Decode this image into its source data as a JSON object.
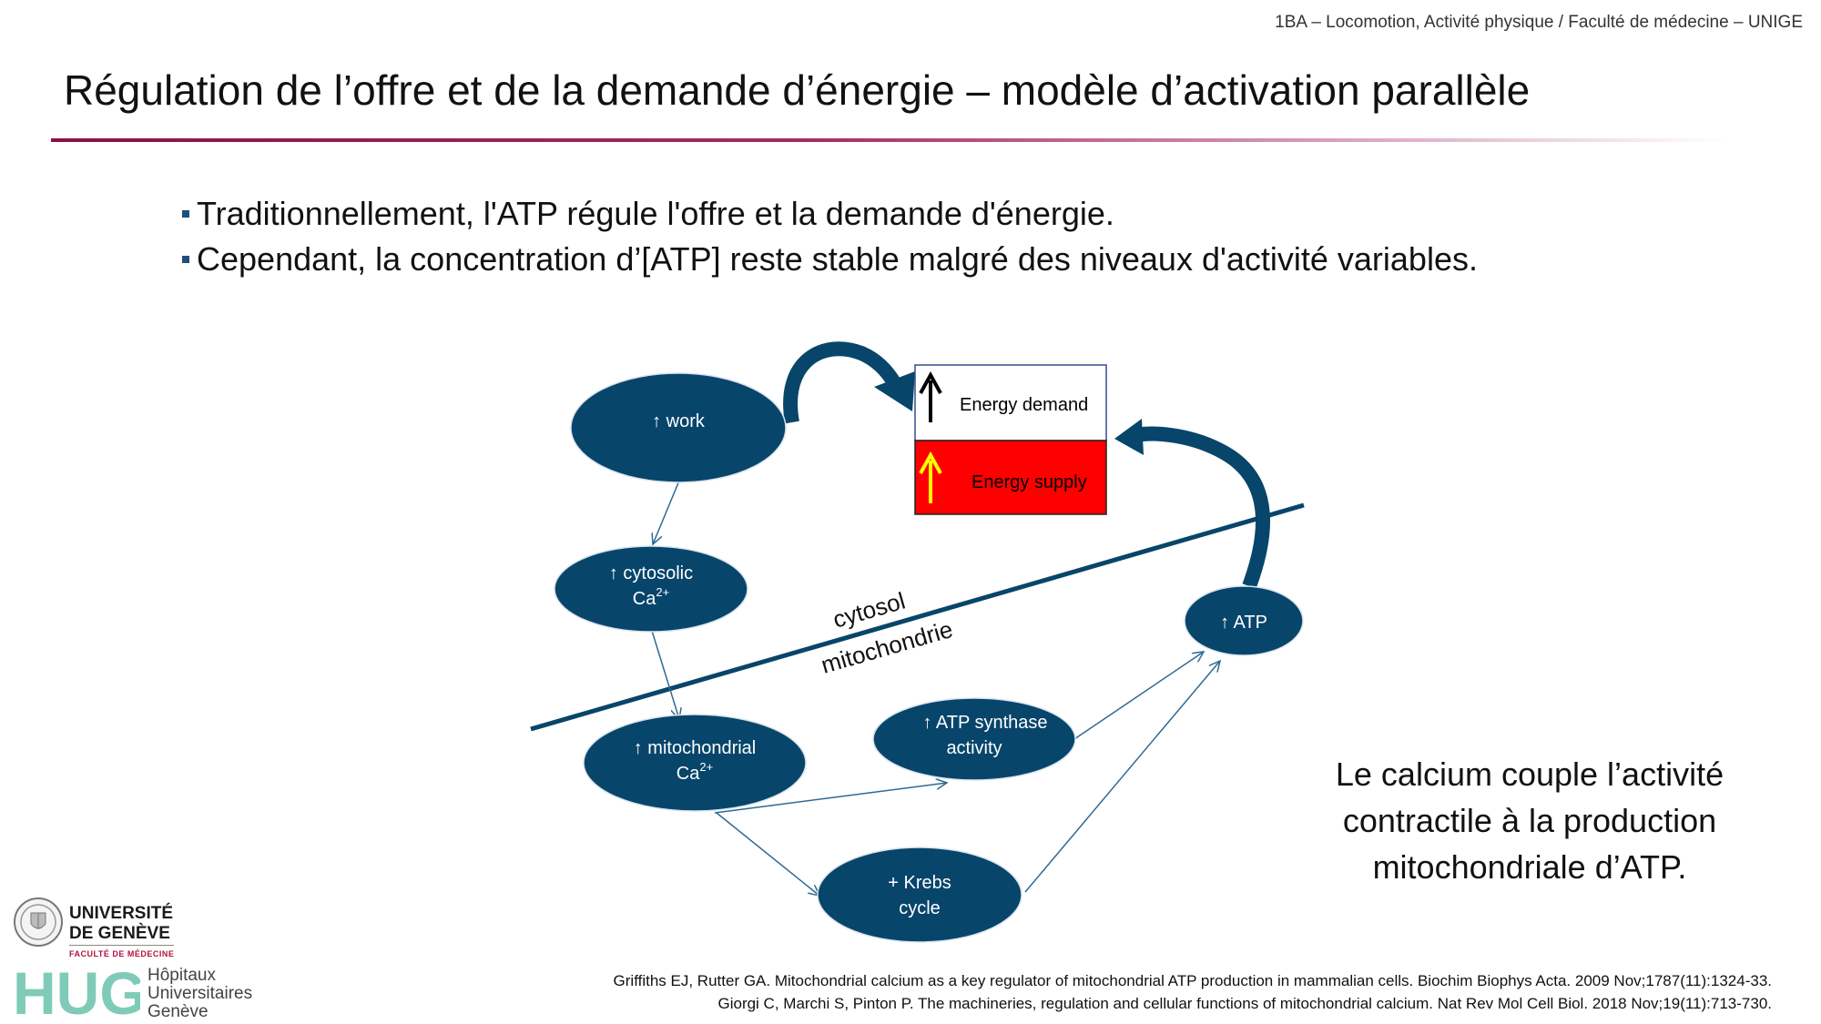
{
  "header": {
    "course": "1BA – Locomotion, Activité physique / Faculté de médecine – UNIGE",
    "title": "Régulation de l’offre et de la demande d’énergie – modèle d’activation parallèle"
  },
  "bullets": [
    "Traditionnellement, l'ATP régule l'offre et la demande d'énergie.",
    "Cependant, la concentration d’[ATP] reste stable malgré des niveaux d'activité variables."
  ],
  "diagram": {
    "nodes": {
      "work": "↑ work",
      "cytosolic_line1": "↑ cytosolic",
      "cytosolic_ca": "Ca",
      "cytosolic_sup": "2+",
      "mito_line1": "↑ mitochondrial",
      "mito_ca": "Ca",
      "mito_sup": "2+",
      "synthase_line1": "↑ ATP synthase",
      "synthase_line2": "activity",
      "krebs_line1": "+ Krebs",
      "krebs_line2": "cycle",
      "atp": "↑ ATP"
    },
    "energy_demand": "Energy demand",
    "energy_supply": "Energy supply",
    "label_cytosol": "cytosol",
    "label_mito": "mitochondrie"
  },
  "conclusion": [
    "Le calcium couple l’activité",
    "contractile à la production",
    "mitochondriale d’ATP."
  ],
  "references": [
    "Griffiths EJ, Rutter GA. Mitochondrial calcium as a key regulator of mitochondrial ATP production in mammalian cells. Biochim Biophys Acta. 2009 Nov;1787(11):1324-33.",
    "Giorgi C, Marchi S, Pinton P. The machineries, regulation and cellular functions of mitochondrial calcium. Nat Rev Mol Cell Biol. 2018 Nov;19(11):713-730."
  ],
  "logos": {
    "unige_line1": "UNIVERSITÉ",
    "unige_line2": "DE GENÈVE",
    "unige_faculty": "FACULTÉ DE MÉDECINE",
    "hug_abbr": "HUG",
    "hug_line1": "Hôpitaux",
    "hug_line2": "Universitaires",
    "hug_line3": "Genève"
  },
  "colors": {
    "node_fill": "#08456b",
    "supply_fill": "#ff0000",
    "demand_arrow": "#000000",
    "supply_arrow": "#ffff00",
    "accent_rule": "#8c0f4c"
  }
}
